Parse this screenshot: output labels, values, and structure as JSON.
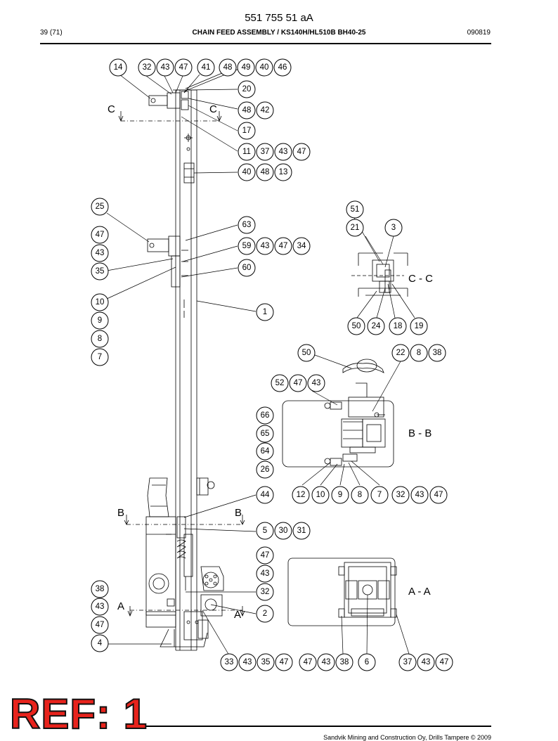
{
  "header": {
    "doc_number": "551 755 51 aA",
    "page": "39 (71)",
    "title": "CHAIN FEED ASSEMBLY / KS140H/HL510B BH40-25",
    "code": "090819"
  },
  "sections": {
    "c": "C",
    "c_c": "C - C",
    "b": "B",
    "b_b": "B - B",
    "a": "A",
    "a_a": "A - A"
  },
  "callouts": [
    "14",
    "32",
    "43",
    "47",
    "41",
    "48",
    "49",
    "40",
    "46",
    "20",
    "48",
    "42",
    "17",
    "11",
    "37",
    "43",
    "47",
    "40",
    "48",
    "13",
    "25",
    "47",
    "43",
    "35",
    "10",
    "9",
    "8",
    "7",
    "63",
    "59",
    "43",
    "47",
    "34",
    "60",
    "1",
    "51",
    "21",
    "3",
    "50",
    "24",
    "18",
    "19",
    "50",
    "22",
    "8",
    "38",
    "52",
    "47",
    "43",
    "66",
    "65",
    "64",
    "26",
    "44",
    "12",
    "10",
    "9",
    "8",
    "7",
    "32",
    "43",
    "47",
    "5",
    "30",
    "31",
    "47",
    "43",
    "32",
    "2",
    "38",
    "43",
    "47",
    "4",
    "33",
    "43",
    "35",
    "47",
    "47",
    "43",
    "38",
    "6",
    "37",
    "43",
    "47"
  ],
  "footer": {
    "copyright": "Sandvik Mining and Construction Oy, Drills Tampere © 2009",
    "ref_stamp": "REF: 1"
  }
}
